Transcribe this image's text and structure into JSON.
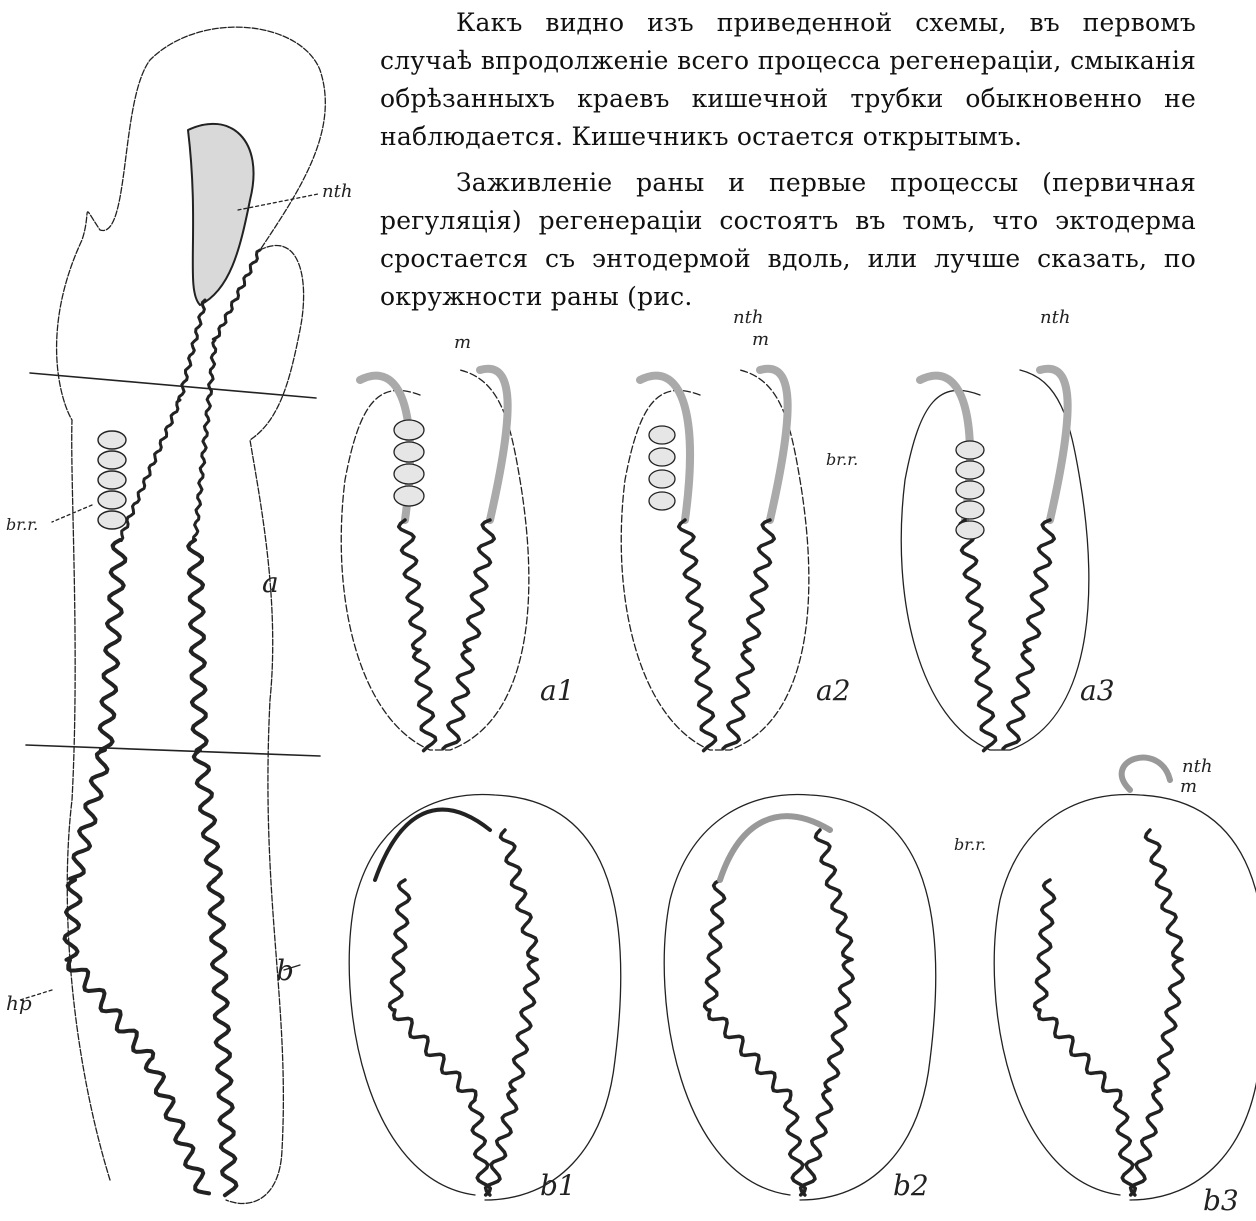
{
  "text": {
    "paragraph_1": "Какъ видно изъ приведенной схемы, въ первомъ случаѣ впродолженіе всего процесса регенераціи, смыканія обрѣзанныхъ краевъ кишечной трубки обыкновенно не наблюдается. Кишечникъ остается открытымъ.",
    "paragraph_2": "Заживленіе раны и первые процессы (первичная регуляція) регенераціи состоятъ въ томъ, что эктодерма сростается съ энтодермой вдоль, или лучше сказать, по окружности раны (рис."
  },
  "figure": {
    "labels": {
      "nth": "nth",
      "m": "m",
      "br": "br.r.",
      "hp": "hp",
      "a": "a",
      "b": "b",
      "a1": "a1",
      "a2": "a2",
      "a3": "a3",
      "b1": "b1",
      "b2": "b2",
      "b3": "b3"
    }
  }
}
